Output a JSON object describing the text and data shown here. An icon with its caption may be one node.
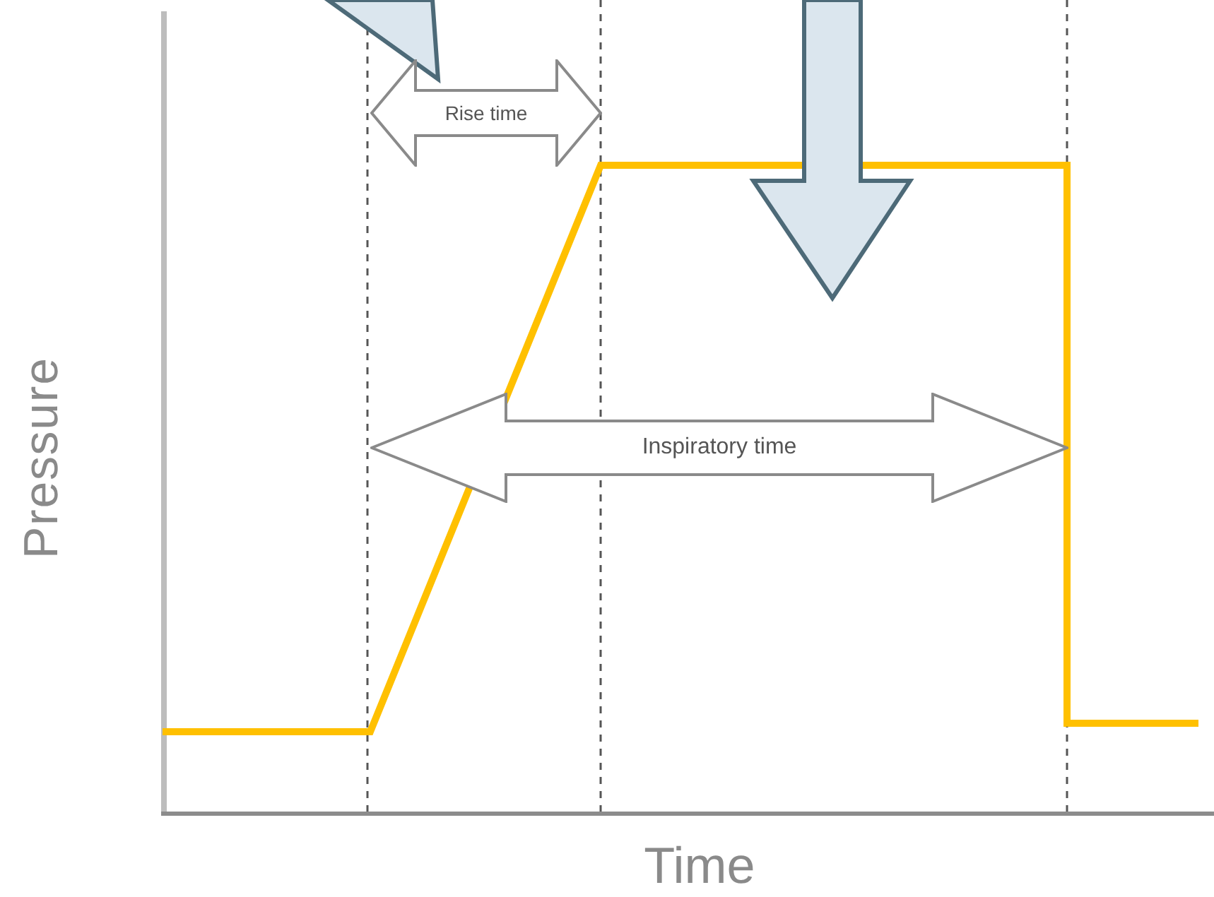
{
  "diagram": {
    "nodes": [
      {
        "text": [
          "Rise time"
        ]
      },
      {
        "text": [
          "Inspiratory time"
        ]
      }
    ],
    "labels": [
      "Pressure",
      "Time"
    ]
  }
}
